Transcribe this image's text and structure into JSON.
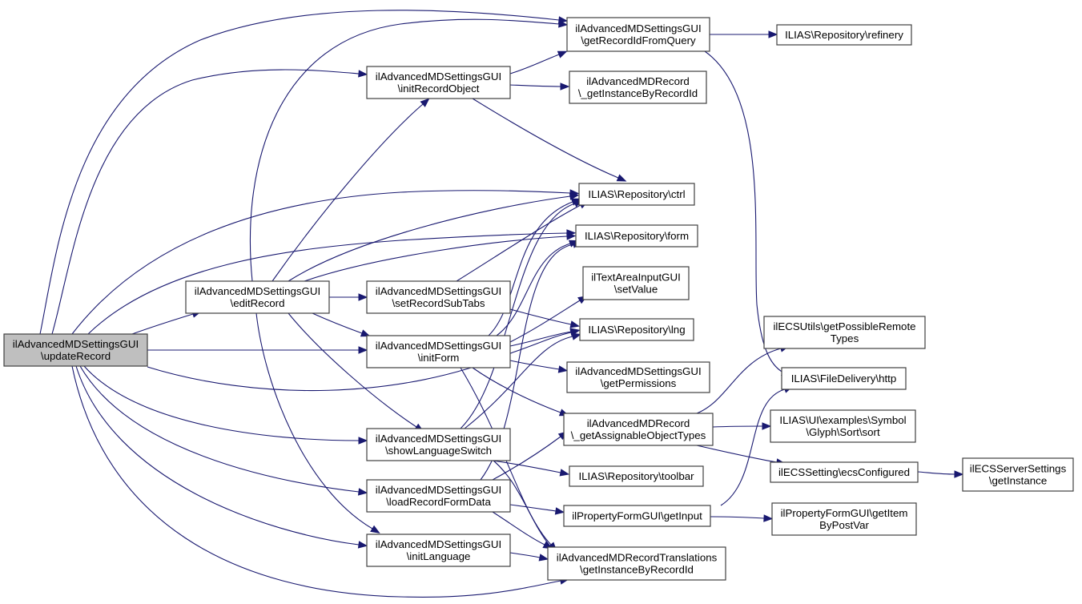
{
  "graph": {
    "title": "Call graph of ilAdvancedMDSettingsGUI\\updateRecord",
    "colors": {
      "edge": "#191970",
      "node_border": "#404040",
      "node_fill": "#ffffff",
      "root_fill": "#bfbfbf"
    },
    "nodes": [
      {
        "id": "updateRecord",
        "lines": [
          "ilAdvancedMDSettingsGUI",
          "\\updateRecord"
        ],
        "root": true
      },
      {
        "id": "editRecord",
        "lines": [
          "ilAdvancedMDSettingsGUI",
          "\\editRecord"
        ]
      },
      {
        "id": "initRecordObject",
        "lines": [
          "ilAdvancedMDSettingsGUI",
          "\\initRecordObject"
        ]
      },
      {
        "id": "setRecordSubTabs",
        "lines": [
          "ilAdvancedMDSettingsGUI",
          "\\setRecordSubTabs"
        ]
      },
      {
        "id": "initForm",
        "lines": [
          "ilAdvancedMDSettingsGUI",
          "\\initForm"
        ]
      },
      {
        "id": "showLanguageSwitch",
        "lines": [
          "ilAdvancedMDSettingsGUI",
          "\\showLanguageSwitch"
        ]
      },
      {
        "id": "loadRecordFormData",
        "lines": [
          "ilAdvancedMDSettingsGUI",
          "\\loadRecordFormData"
        ]
      },
      {
        "id": "initLanguage",
        "lines": [
          "ilAdvancedMDSettingsGUI",
          "\\initLanguage"
        ]
      },
      {
        "id": "getRecordIdFromQuery",
        "lines": [
          "ilAdvancedMDSettingsGUI",
          "\\getRecordIdFromQuery"
        ]
      },
      {
        "id": "getInstanceByRecordId",
        "lines": [
          "ilAdvancedMDRecord",
          "\\_getInstanceByRecordId"
        ]
      },
      {
        "id": "ctrl",
        "lines": [
          "ILIAS\\Repository\\ctrl"
        ]
      },
      {
        "id": "form",
        "lines": [
          "ILIAS\\Repository\\form"
        ]
      },
      {
        "id": "setValue",
        "lines": [
          "ilTextAreaInputGUI",
          "\\setValue"
        ]
      },
      {
        "id": "lng",
        "lines": [
          "ILIAS\\Repository\\lng"
        ]
      },
      {
        "id": "getPermissions",
        "lines": [
          "ilAdvancedMDSettingsGUI",
          "\\getPermissions"
        ]
      },
      {
        "id": "getAssignableObjectTypes",
        "lines": [
          "ilAdvancedMDRecord",
          "\\_getAssignableObjectTypes"
        ]
      },
      {
        "id": "toolbar",
        "lines": [
          "ILIAS\\Repository\\toolbar"
        ]
      },
      {
        "id": "getInput",
        "lines": [
          "ilPropertyFormGUI\\getInput"
        ]
      },
      {
        "id": "translationsGetInstance",
        "lines": [
          "ilAdvancedMDRecordTranslations",
          "\\getInstanceByRecordId"
        ]
      },
      {
        "id": "refinery",
        "lines": [
          "ILIAS\\Repository\\refinery"
        ]
      },
      {
        "id": "getPossibleRemoteTypes",
        "lines": [
          "ilECSUtils\\getPossibleRemote",
          "Types"
        ]
      },
      {
        "id": "http",
        "lines": [
          "ILIAS\\FileDelivery\\http"
        ]
      },
      {
        "id": "sort",
        "lines": [
          "ILIAS\\UI\\examples\\Symbol",
          "\\Glyph\\Sort\\sort"
        ]
      },
      {
        "id": "ecsConfigured",
        "lines": [
          "ilECSSetting\\ecsConfigured"
        ]
      },
      {
        "id": "serverGetInstance",
        "lines": [
          "ilECSServerSettings",
          "\\getInstance"
        ]
      },
      {
        "id": "getItemByPostVar",
        "lines": [
          "ilPropertyFormGUI\\getItem",
          "ByPostVar"
        ]
      }
    ],
    "edges": [
      {
        "from": "updateRecord",
        "to": "editRecord"
      },
      {
        "from": "updateRecord",
        "to": "initRecordObject"
      },
      {
        "from": "updateRecord",
        "to": "getRecordIdFromQuery"
      },
      {
        "from": "updateRecord",
        "to": "ctrl"
      },
      {
        "from": "updateRecord",
        "to": "form"
      },
      {
        "from": "updateRecord",
        "to": "initForm"
      },
      {
        "from": "updateRecord",
        "to": "lng"
      },
      {
        "from": "updateRecord",
        "to": "showLanguageSwitch"
      },
      {
        "from": "updateRecord",
        "to": "loadRecordFormData"
      },
      {
        "from": "updateRecord",
        "to": "initLanguage"
      },
      {
        "from": "updateRecord",
        "to": "translationsGetInstance"
      },
      {
        "from": "editRecord",
        "to": "getRecordIdFromQuery"
      },
      {
        "from": "editRecord",
        "to": "initRecordObject"
      },
      {
        "from": "editRecord",
        "to": "ctrl"
      },
      {
        "from": "editRecord",
        "to": "form"
      },
      {
        "from": "editRecord",
        "to": "setRecordSubTabs"
      },
      {
        "from": "editRecord",
        "to": "initForm"
      },
      {
        "from": "editRecord",
        "to": "showLanguageSwitch"
      },
      {
        "from": "editRecord",
        "to": "initLanguage"
      },
      {
        "from": "initRecordObject",
        "to": "getRecordIdFromQuery"
      },
      {
        "from": "initRecordObject",
        "to": "getInstanceByRecordId"
      },
      {
        "from": "initRecordObject",
        "to": "ctrl"
      },
      {
        "from": "setRecordSubTabs",
        "to": "ctrl"
      },
      {
        "from": "setRecordSubTabs",
        "to": "lng"
      },
      {
        "from": "initForm",
        "to": "ctrl"
      },
      {
        "from": "initForm",
        "to": "form"
      },
      {
        "from": "initForm",
        "to": "setValue"
      },
      {
        "from": "initForm",
        "to": "lng"
      },
      {
        "from": "initForm",
        "to": "getPermissions"
      },
      {
        "from": "initForm",
        "to": "getAssignableObjectTypes"
      },
      {
        "from": "initForm",
        "to": "translationsGetInstance"
      },
      {
        "from": "showLanguageSwitch",
        "to": "ctrl"
      },
      {
        "from": "showLanguageSwitch",
        "to": "lng"
      },
      {
        "from": "showLanguageSwitch",
        "to": "toolbar"
      },
      {
        "from": "showLanguageSwitch",
        "to": "translationsGetInstance"
      },
      {
        "from": "loadRecordFormData",
        "to": "form"
      },
      {
        "from": "loadRecordFormData",
        "to": "getAssignableObjectTypes"
      },
      {
        "from": "loadRecordFormData",
        "to": "getInput"
      },
      {
        "from": "loadRecordFormData",
        "to": "translationsGetInstance"
      },
      {
        "from": "initLanguage",
        "to": "translationsGetInstance"
      },
      {
        "from": "getRecordIdFromQuery",
        "to": "refinery"
      },
      {
        "from": "getRecordIdFromQuery",
        "to": "http"
      },
      {
        "from": "getAssignableObjectTypes",
        "to": "getPossibleRemoteTypes"
      },
      {
        "from": "getAssignableObjectTypes",
        "to": "sort"
      },
      {
        "from": "getAssignableObjectTypes",
        "to": "ecsConfigured"
      },
      {
        "from": "ecsConfigured",
        "to": "serverGetInstance"
      },
      {
        "from": "getInput",
        "to": "http"
      },
      {
        "from": "getInput",
        "to": "getItemByPostVar"
      }
    ]
  }
}
